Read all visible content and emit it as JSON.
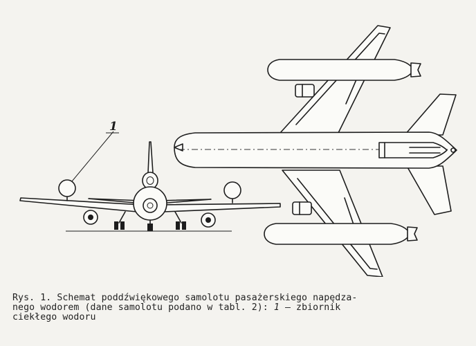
{
  "figure": {
    "callout_label": "1"
  },
  "caption": {
    "line1": "Rys. 1. Schemat poddźwiękowego samolotu pasażerskiego napędza-",
    "line2_a": "nego wodorem (dane samolotu podano w tabl. 2): ",
    "line2_num": "1",
    "line2_b": " — zbiornik",
    "line3": "ciekłego wodoru"
  }
}
